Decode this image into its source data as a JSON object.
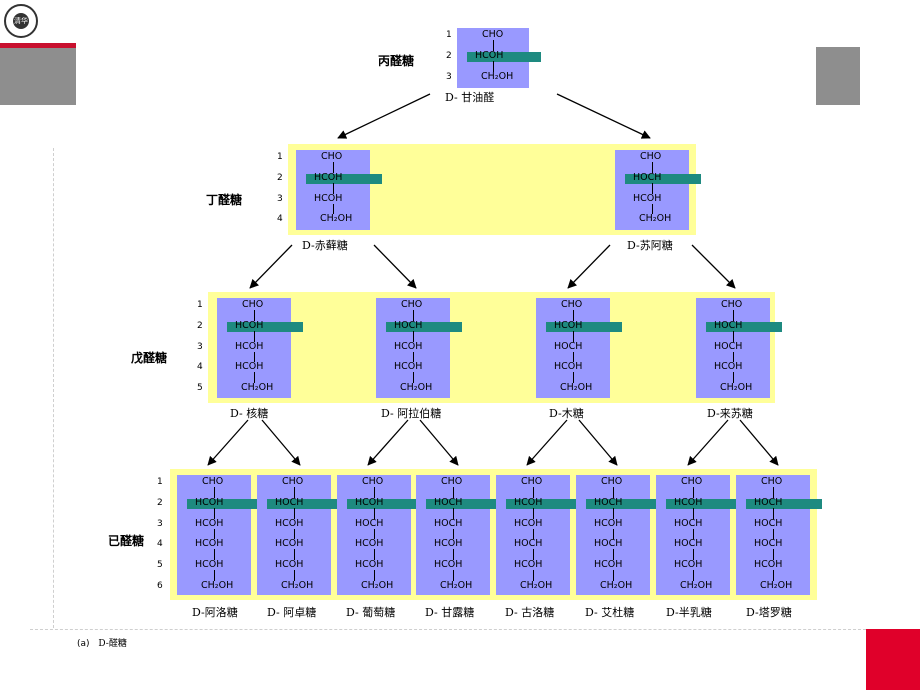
{
  "logo": {
    "text": "清华"
  },
  "caption": {
    "tag": "(a)",
    "text": "D-醛糖"
  },
  "levels": {
    "triose": "丙醛糖",
    "tetrose": "丁醛糖",
    "pentose": "戊醛糖",
    "hexose": "已醛糖"
  },
  "nums": {
    "triose": [
      "1",
      "2",
      "3"
    ],
    "tetrose": [
      "1",
      "2",
      "3",
      "4"
    ],
    "pentose": [
      "1",
      "2",
      "3",
      "4",
      "5"
    ],
    "hexose": [
      "1",
      "2",
      "3",
      "4",
      "5",
      "6"
    ]
  },
  "glyceraldehyde": {
    "name": "D- 甘油醛",
    "rows": [
      "CHO",
      "HCOH",
      "CH₂OH"
    ]
  },
  "tetroses": [
    {
      "name": "D-赤藓糖",
      "rows": [
        "CHO",
        "HCOH",
        "HCOH",
        "CH₂OH"
      ]
    },
    {
      "name": "D-苏阿糖",
      "rows": [
        "CHO",
        "HOCH",
        "HCOH",
        "CH₂OH"
      ]
    }
  ],
  "pentoses": [
    {
      "name": "D- 核糖",
      "rows": [
        "CHO",
        "HCOH",
        "HCOH",
        "HCOH",
        "CH₂OH"
      ]
    },
    {
      "name": "D- 阿拉伯糖",
      "rows": [
        "CHO",
        "HOCH",
        "HCOH",
        "HCOH",
        "CH₂OH"
      ]
    },
    {
      "name": "D-木糖",
      "rows": [
        "CHO",
        "HCOH",
        "HOCH",
        "HCOH",
        "CH₂OH"
      ]
    },
    {
      "name": "D-来苏糖",
      "rows": [
        "CHO",
        "HOCH",
        "HOCH",
        "HCOH",
        "CH₂OH"
      ]
    }
  ],
  "hexoses": [
    {
      "name": "D-阿洛糖",
      "rows": [
        "CHO",
        "HCOH",
        "HCOH",
        "HCOH",
        "HCOH",
        "CH₂OH"
      ]
    },
    {
      "name": "D- 阿卓糖",
      "rows": [
        "CHO",
        "HOCH",
        "HCOH",
        "HCOH",
        "HCOH",
        "CH₂OH"
      ]
    },
    {
      "name": "D- 葡萄糖",
      "rows": [
        "CHO",
        "HCOH",
        "HOCH",
        "HCOH",
        "HCOH",
        "CH₂OH"
      ]
    },
    {
      "name": "D- 甘露糖",
      "rows": [
        "CHO",
        "HOCH",
        "HOCH",
        "HCOH",
        "HCOH",
        "CH₂OH"
      ]
    },
    {
      "name": "D- 古洛糖",
      "rows": [
        "CHO",
        "HCOH",
        "HCOH",
        "HOCH",
        "HCOH",
        "CH₂OH"
      ]
    },
    {
      "name": "D- 艾杜糖",
      "rows": [
        "CHO",
        "HOCH",
        "HCOH",
        "HOCH",
        "HCOH",
        "CH₂OH"
      ]
    },
    {
      "name": "D-半乳糖",
      "rows": [
        "CHO",
        "HCOH",
        "HOCH",
        "HOCH",
        "HCOH",
        "CH₂OH"
      ]
    },
    {
      "name": "D-塔罗糖",
      "rows": [
        "CHO",
        "HOCH",
        "HOCH",
        "HOCH",
        "HCOH",
        "CH₂OH"
      ]
    }
  ],
  "colors": {
    "band": "#ffff99",
    "card": "#9999ff",
    "stripe": "#1e8a80",
    "accent_red": "#e0002a",
    "grey": "#8e8e8e"
  }
}
